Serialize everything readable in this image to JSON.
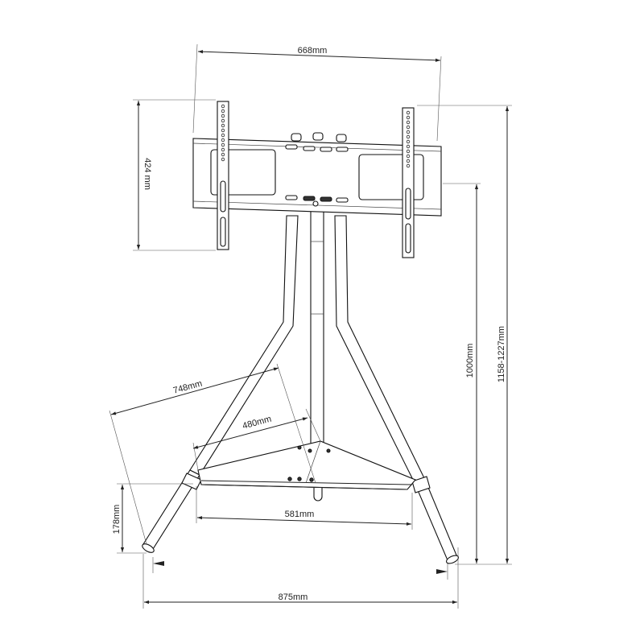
{
  "diagram": {
    "type": "technical dimension drawing",
    "subject": "TV floor stand with tripod legs and VESA mounting bracket",
    "line_color": "#222222",
    "background": "#ffffff"
  },
  "dimensions": {
    "bracket_width": "668mm",
    "bracket_height": "424 mm",
    "mount_height": "1000mm",
    "overall_height": "1158-1227mm",
    "leg_span_diagonal": "748mm",
    "shelf_depth": "480mm",
    "shelf_width": "581mm",
    "shelf_height": "178mm",
    "base_width": "875mm"
  }
}
